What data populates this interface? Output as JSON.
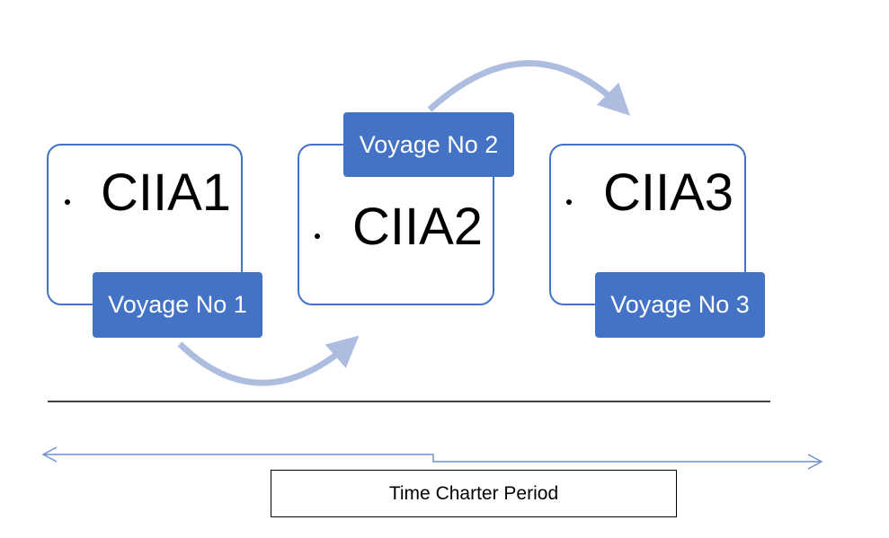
{
  "diagram": {
    "steps": [
      {
        "label": "CIIA1",
        "voyage": "Voyage No 1"
      },
      {
        "label": "CIIA2",
        "voyage": "Voyage No 2"
      },
      {
        "label": "CIIA3",
        "voyage": "Voyage No 3"
      }
    ],
    "period_label": "Time Charter Period",
    "colors": {
      "accent": "#4472c4",
      "arrow": "#aebddf",
      "timeline_arrow": "#6d8fcc",
      "text": "#000000"
    }
  }
}
